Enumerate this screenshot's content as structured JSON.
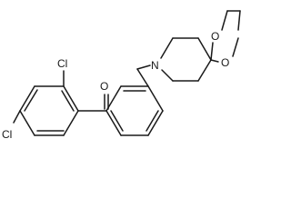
{
  "molecule": {
    "atoms": {
      "cl_top": "Cl",
      "cl_left": "Cl",
      "o_carbonyl": "O",
      "n_piperidine": "N",
      "o_ring_top": "O",
      "o_ring_bottom": "O"
    },
    "colors": {
      "bond": "#1a1a1a",
      "background": "#ffffff"
    }
  }
}
